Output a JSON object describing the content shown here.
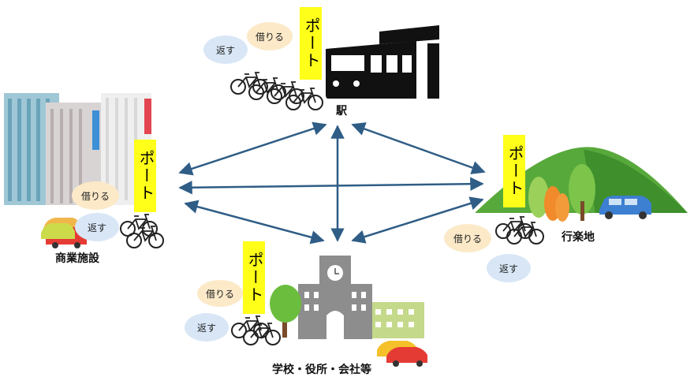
{
  "ports": {
    "station": {
      "port": "ポート",
      "name": "駅",
      "borrow": "借りる",
      "return": "返す"
    },
    "commercial": {
      "port": "ポート",
      "name": "商業施設",
      "borrow": "借りる",
      "return": "返す"
    },
    "leisure": {
      "port": "ポート",
      "name": "行楽地",
      "borrow": "借りる",
      "return": "返す"
    },
    "school": {
      "port": "ポート",
      "name": "学校・役所・会社等",
      "borrow": "借りる",
      "return": "返す"
    }
  },
  "colors": {
    "port_bg": "#ffff1a",
    "arrow": "#2f5d86",
    "borrow_bubble": "#fbe9c8",
    "return_bubble": "#d8e6f6"
  }
}
